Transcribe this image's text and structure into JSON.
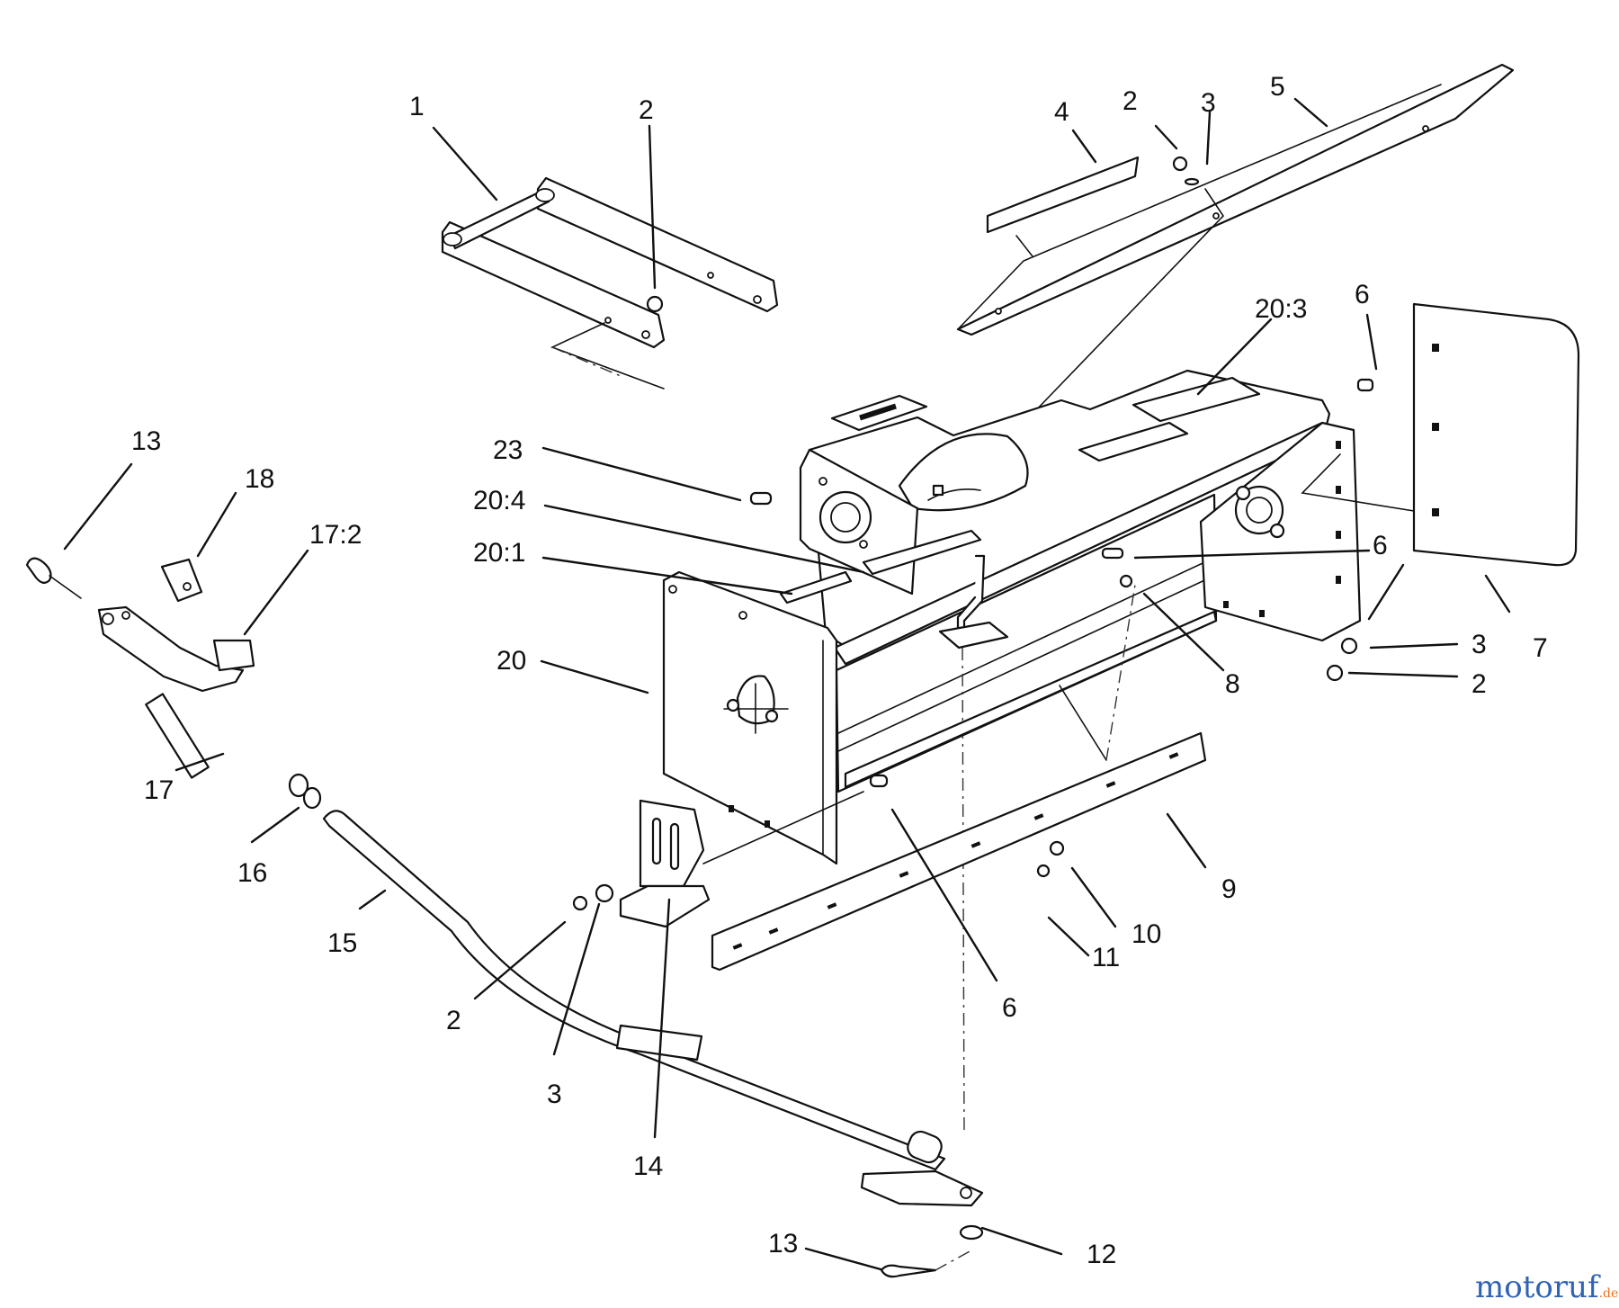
{
  "callouts": {
    "c1": "1",
    "c2a": "2",
    "c4": "4",
    "c2b": "2",
    "c3a": "3",
    "c5": "5",
    "c20_3": "20:3",
    "c6a": "6",
    "c23": "23",
    "c20_4": "20:4",
    "c20_1": "20:1",
    "c6b": "6",
    "c3b": "3",
    "c7": "7",
    "c2c": "2",
    "c8": "8",
    "c13a": "13",
    "c18": "18",
    "c17_2": "17:2",
    "c20": "20",
    "c17": "17",
    "c16": "16",
    "c15": "15",
    "c9": "9",
    "c10": "10",
    "c11": "11",
    "c6c": "6",
    "c2d": "2",
    "c3c": "3",
    "c14": "14",
    "c12": "12",
    "c13b": "13"
  },
  "watermark": {
    "brand": "motoruf",
    "suffix": ".de"
  },
  "colors": {
    "ink": "#111111",
    "watermark_blue": "#2f63b5",
    "watermark_orange": "#e8741c"
  }
}
